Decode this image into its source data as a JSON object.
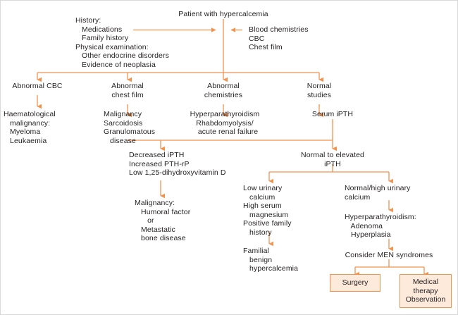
{
  "figure": {
    "title": "Diagnostic algorithm for hypercalcemia",
    "accent_color": "#f2924f",
    "box_fill_color": "#fdeadb",
    "text_color": "#231f20",
    "background_color": "#ffffff"
  },
  "nodes": {
    "patient": "Patient with hypercalcemia",
    "history": "History:\n   Medications\n   Family history\nPhysical examination:\n   Other endocrine disorders\n   Evidence of neoplasia",
    "tests": "Blood chemistries\nCBC\nChest film",
    "abnormal_cbc": "Abnormal CBC",
    "abnormal_chest_film": "Abnormal\nchest film",
    "abnormal_chemistries": "Abnormal\nchemistries",
    "normal_studies": "Normal\nstudies",
    "haematological": "Haematological\n   malignancy:\n   Myeloma\n   Leukaemia",
    "malignancy_sarcoid": "Malignancy\nSarcoidosis\nGranulomatous\n   disease",
    "hyperpara_rhabdo": "Hyperparathyroidism\nRhabdomyolysis/\n   acute renal failure",
    "serum_ipth": "Serum iPTH",
    "decreased_ipth": "Decreased iPTH\nIncreased PTH-rP\nLow 1,25-dihydroxyvitamin D",
    "normal_to_elevated_ipth": "Normal to elevated\niPTH",
    "malignancy_humoral": "Malignancy:\n   Humoral factor\n      or\n   Metastatic\n   bone disease",
    "low_urinary_calcium": "Low urinary\n   calcium\nHigh serum\n   magnesium\nPositive family\n   history",
    "familial_benign": "Familial\n   benign\n   hypercalcemia",
    "normal_high_urinary_calcium": "Normal/high urinary\ncalcium",
    "hyperparathyroidism_types": "Hyperparathyroidism:\n   Adenoma\n   Hyperplasia",
    "consider_men": "Consider MEN syndromes"
  },
  "boxes": {
    "surgery": "Surgery",
    "medical_therapy": "Medical\ntherapy\nObservation"
  },
  "chart_data": {
    "type": "flowchart",
    "title": "Diagnostic algorithm for hypercalcemia",
    "orientation": "top-down",
    "steps": [
      {
        "id": "patient",
        "label": "Patient with hypercalcemia",
        "level": 0
      },
      {
        "id": "history",
        "label": "History: Medications; Family history; Physical examination: Other endocrine disorders; Evidence of neoplasia",
        "level": 1,
        "role": "input-left"
      },
      {
        "id": "tests",
        "label": "Blood chemistries; CBC; Chest film",
        "level": 1,
        "role": "input-right"
      },
      {
        "id": "abnormal_cbc",
        "label": "Abnormal CBC",
        "level": 2
      },
      {
        "id": "abnormal_chest_film",
        "label": "Abnormal chest film",
        "level": 2
      },
      {
        "id": "abnormal_chemistries",
        "label": "Abnormal chemistries",
        "level": 2
      },
      {
        "id": "normal_studies",
        "label": "Normal studies",
        "level": 2
      },
      {
        "id": "haematological",
        "label": "Haematological malignancy: Myeloma, Leukaemia",
        "level": 3
      },
      {
        "id": "malignancy_sarcoid",
        "label": "Malignancy, Sarcoidosis, Granulomatous disease",
        "level": 3
      },
      {
        "id": "hyperpara_rhabdo",
        "label": "Hyperparathyroidism, Rhabdomyolysis/acute renal failure",
        "level": 3
      },
      {
        "id": "serum_ipth",
        "label": "Serum iPTH",
        "level": 3
      },
      {
        "id": "decreased_ipth",
        "label": "Decreased iPTH, Increased PTH-rP, Low 1,25-dihydroxyvitamin D",
        "level": 4
      },
      {
        "id": "normal_to_elevated_ipth",
        "label": "Normal to elevated iPTH",
        "level": 4
      },
      {
        "id": "malignancy_humoral",
        "label": "Malignancy: Humoral factor or Metastatic bone disease",
        "level": 5
      },
      {
        "id": "low_urinary_calcium",
        "label": "Low urinary calcium, High serum magnesium, Positive family history",
        "level": 5
      },
      {
        "id": "normal_high_urinary_calcium",
        "label": "Normal/high urinary calcium",
        "level": 5
      },
      {
        "id": "familial_benign",
        "label": "Familial benign hypercalcemia",
        "level": 6
      },
      {
        "id": "hyperparathyroidism_types",
        "label": "Hyperparathyroidism: Adenoma, Hyperplasia",
        "level": 6
      },
      {
        "id": "consider_men",
        "label": "Consider MEN syndromes",
        "level": 7
      },
      {
        "id": "surgery",
        "label": "Surgery",
        "level": 8,
        "boxed": true
      },
      {
        "id": "medical_therapy",
        "label": "Medical therapy Observation",
        "level": 8,
        "boxed": true
      }
    ],
    "edges": [
      {
        "from": "history",
        "to": "patient"
      },
      {
        "from": "tests",
        "to": "patient"
      },
      {
        "from": "patient",
        "to": "abnormal_cbc"
      },
      {
        "from": "patient",
        "to": "abnormal_chest_film"
      },
      {
        "from": "patient",
        "to": "abnormal_chemistries"
      },
      {
        "from": "patient",
        "to": "normal_studies"
      },
      {
        "from": "abnormal_cbc",
        "to": "haematological"
      },
      {
        "from": "abnormal_chest_film",
        "to": "malignancy_sarcoid"
      },
      {
        "from": "abnormal_chemistries",
        "to": "hyperpara_rhabdo"
      },
      {
        "from": "normal_studies",
        "to": "serum_ipth"
      },
      {
        "from": "malignancy_sarcoid",
        "to": "decreased_ipth"
      },
      {
        "from": "serum_ipth",
        "to": "normal_to_elevated_ipth"
      },
      {
        "from": "decreased_ipth",
        "to": "malignancy_humoral"
      },
      {
        "from": "normal_to_elevated_ipth",
        "to": "low_urinary_calcium"
      },
      {
        "from": "normal_to_elevated_ipth",
        "to": "normal_high_urinary_calcium"
      },
      {
        "from": "low_urinary_calcium",
        "to": "familial_benign"
      },
      {
        "from": "normal_high_urinary_calcium",
        "to": "hyperparathyroidism_types"
      },
      {
        "from": "hyperparathyroidism_types",
        "to": "consider_men"
      },
      {
        "from": "consider_men",
        "to": "surgery"
      },
      {
        "from": "consider_men",
        "to": "medical_therapy"
      }
    ]
  }
}
